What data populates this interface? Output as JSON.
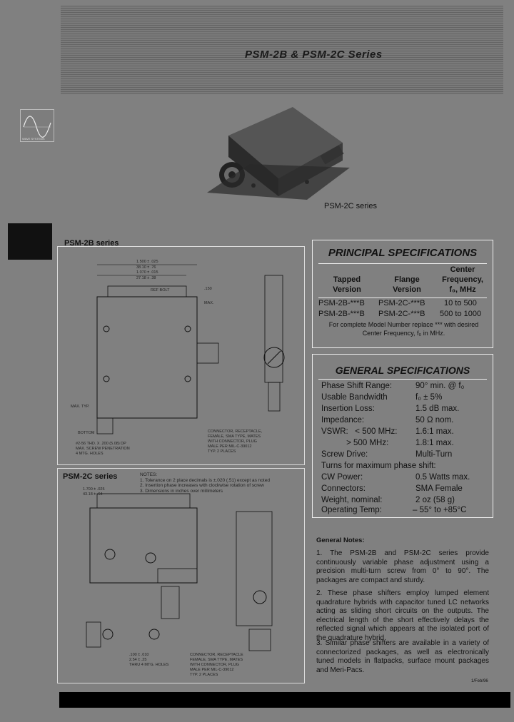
{
  "header": {
    "title": "PSM-2B & PSM-2C Series"
  },
  "logo": {
    "caption": "WAVE SYSTEMS"
  },
  "photo": {
    "caption": "PSM-2C series"
  },
  "drawings": {
    "psm2b": {
      "title": "PSM-2B series",
      "labels": {
        "d1": "1.500 ± .025",
        "d1b": "38.10 ± .76",
        "d2": "1.070 ± .015",
        "d2b": "27.18 ± .38",
        "ref_bolt": "REF BOLT",
        "d3": ".150",
        "d4": "MAX.",
        "connector": "CONNECTOR, RECEPTACLE,",
        "connector2": "FEMALE, SMA TYPE, MATES",
        "connector3": "WITH CONNECTOR, PLUG",
        "connector4": "MALE PER MIL-C-39012",
        "connector5": "TYP. 2 PLACES",
        "holes": "#2-56 THD. X .200 (5.08) DP",
        "holes2": "MAX. SCREW PENETRATION",
        "holes3": "4 MTG. HOLES",
        "max_typ": "MAX. TYP.",
        "bottom": "BOTTOM"
      }
    },
    "psm2c": {
      "title": "PSM-2C series",
      "notes_title": "NOTES:",
      "note1": "1. Tolerance on 2 place decimals is ±.020 (.51) except as noted",
      "note2": "2. Insertion phase increases with clockwise rotation of screw",
      "note3": "3. Dimensions in inches over millimeters",
      "labels": {
        "d1": "1.700 ± .025",
        "d1b": "43.18 ± .64",
        "connector": "CONNECTOR, RECEPTACLE",
        "connector2": "FEMALE, SMA TYPE, MATES",
        "connector3": "WITH CONNECTOR, PLUG",
        "connector4": "MALE PER MIL-C-39012",
        "connector5": "TYP. 2 PLACES",
        "holes": ".100 ± .010",
        "holes2": "2.54 ± .25",
        "holes3": "THRU 4 MTG. HOLES"
      }
    }
  },
  "principal_specs": {
    "title": "PRINCIPAL SPECIFICATIONS",
    "columns": [
      "Tapped Version",
      "Flange Version",
      "Center Frequency, f₀, MHz"
    ],
    "column_lines": [
      [
        "Tapped",
        "Version"
      ],
      [
        "Flange",
        "Version"
      ],
      [
        "Center",
        "Frequency,",
        "f₀, MHz"
      ]
    ],
    "rows": [
      [
        "PSM-2B-***B",
        "PSM-2C-***B",
        "10 to 500"
      ],
      [
        "PSM-2B-***B",
        "PSM-2C-***B",
        "500 to 1000"
      ]
    ],
    "note": "For complete Model Number replace *** with desired Center Frequency, f₀ in MHz."
  },
  "general_specs": {
    "title": "GENERAL SPECIFICATIONS",
    "rows": [
      {
        "label": "Phase Shift Range:",
        "value": "90° min. @ f₀"
      },
      {
        "label": "Usable Bandwidth",
        "value": "f₀ ± 5%"
      },
      {
        "label": "Insertion Loss:",
        "value": "1.5 dB max."
      },
      {
        "label": "Impedance:",
        "value": "50 Ω nom."
      },
      {
        "label": "VSWR:   < 500 MHz:",
        "value": "1.6:1 max."
      },
      {
        "label": "           > 500 MHz:",
        "value": "1.8:1 max."
      },
      {
        "label": "Screw Drive:",
        "value": "Multi-Turn"
      },
      {
        "label": "Turns for maximum phase shift:",
        "value": ""
      },
      {
        "label": "CW Power:",
        "value": "0.5 Watts max."
      },
      {
        "label": "Connectors:",
        "value": "SMA Female"
      },
      {
        "label": "Weight, nominal:",
        "value": "2 oz (58 g)"
      },
      {
        "label": "Operating Temp:",
        "value": "– 55° to +85°C"
      }
    ]
  },
  "general_notes": {
    "title": "General Notes:",
    "notes": [
      "1. The PSM-2B and PSM-2C series provide continuously variable phase adjustment using a precision multi-turn screw from 0° to 90°. The packages are compact and sturdy.",
      "2. These phase shifters employ lumped element quadrature hybrids with capacitor tuned LC networks acting as sliding short circuits on the outputs. The electrical length of the short effectively delays the reflected signal which appears at the isolated port of the quadrature hybrid.",
      "3. Similar phase shifters are available in a variety of connectorized packages, as well as electronically tuned models in flatpacks, surface mount packages and Meri-Pacs."
    ]
  },
  "date_code": "1/Feb/96"
}
